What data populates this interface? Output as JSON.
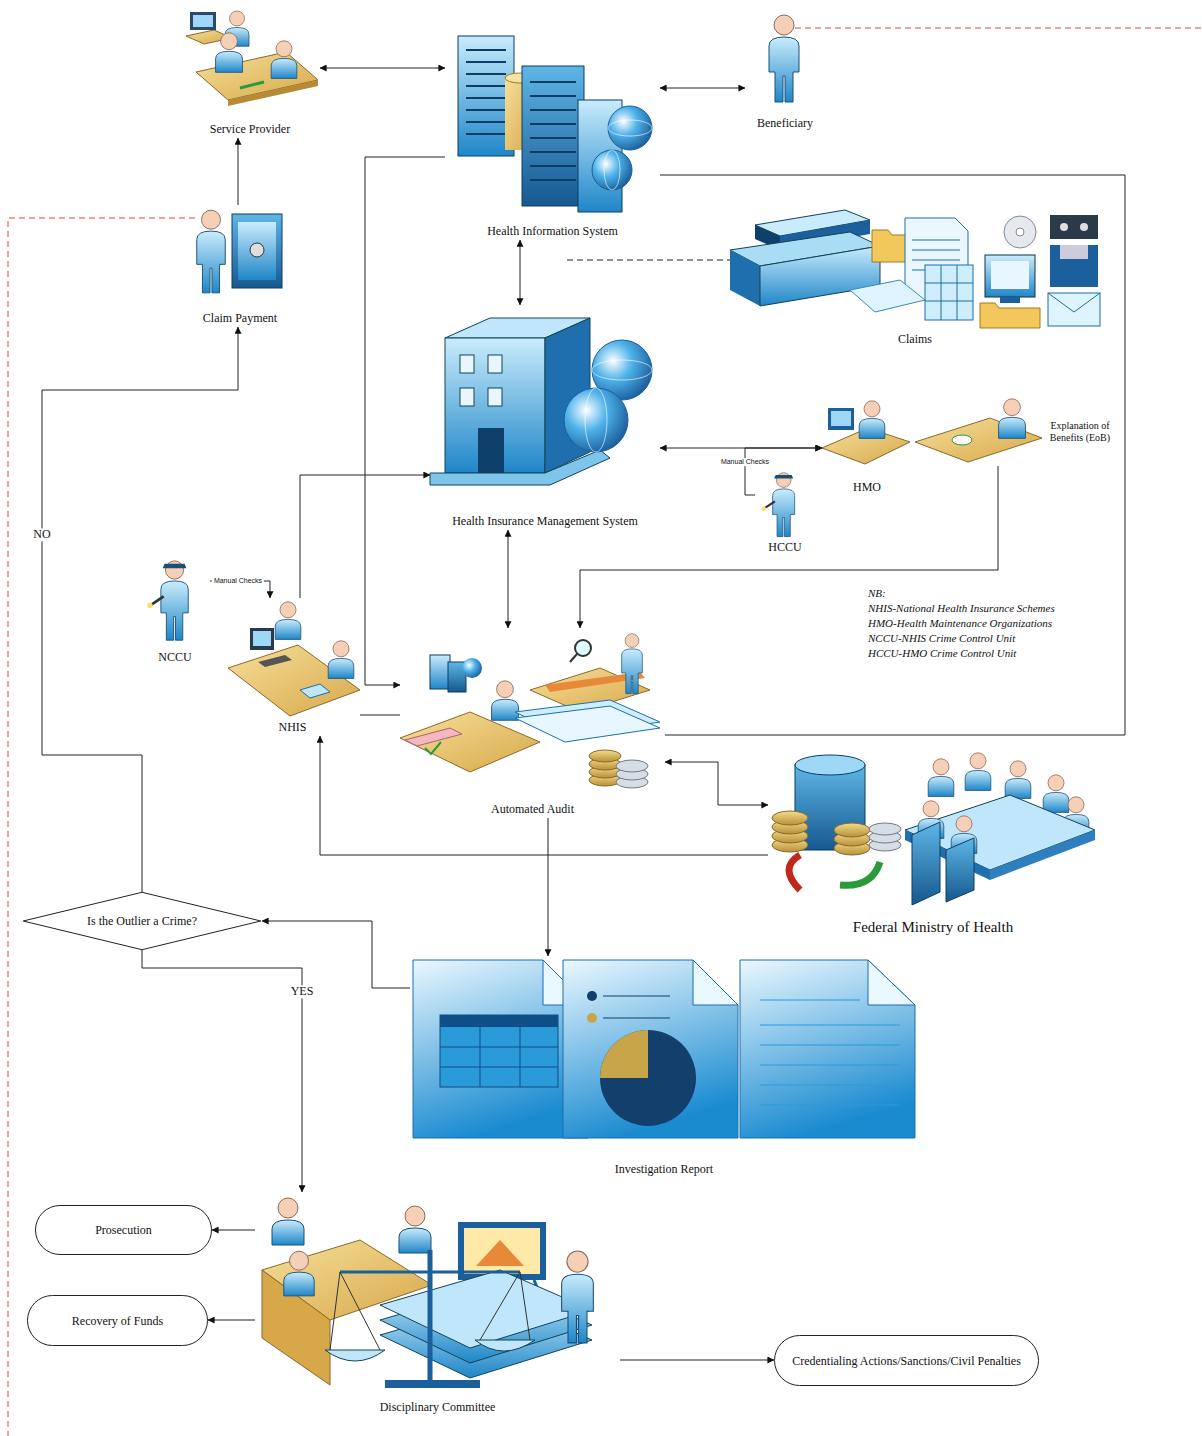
{
  "diagram": {
    "nodes": [
      {
        "text": [
          "Service Provider"
        ]
      },
      {
        "text": [
          "Health Information System"
        ]
      },
      {
        "text": [
          "Beneficiary"
        ]
      },
      {
        "text": [
          "Claims"
        ]
      },
      {
        "text": [
          "Claim Payment"
        ]
      },
      {
        "text": [
          "Health Insurance Management System"
        ]
      },
      {
        "text": [
          "HMO"
        ]
      },
      {
        "text": [
          "Explanation of Benefits (EoB)"
        ]
      },
      {
        "text": [
          "HCCU"
        ]
      },
      {
        "text": [
          "NCCU"
        ]
      },
      {
        "text": [
          "NHIS"
        ]
      },
      {
        "text": [
          "Automated Audit"
        ]
      },
      {
        "text": [
          "Federal Ministry of Health"
        ]
      },
      {
        "text": [
          "Investigation Report"
        ]
      },
      {
        "text": [
          "Is the Outlier a Crime?"
        ]
      },
      {
        "text": [
          "Disciplinary Committee"
        ]
      },
      {
        "text": [
          "Prosecution"
        ]
      },
      {
        "text": [
          "Recovery of Funds"
        ]
      },
      {
        "text": [
          "Credentialing Actions/Sanctions/Civil Penalties"
        ]
      }
    ],
    "edges": [
      {
        "from": 0,
        "to": 1,
        "arrow": "both"
      },
      {
        "from": 1,
        "to": 2,
        "arrow": "both"
      },
      {
        "from": 1,
        "to": 5,
        "arrow": "both"
      },
      {
        "from": 5,
        "to": 6,
        "arrow": "both"
      },
      {
        "from": 8,
        "to": 6,
        "arrow": "to",
        "label": "Manual Checks"
      },
      {
        "from": 9,
        "to": 10,
        "arrow": "to",
        "label": "Manual Checks"
      },
      {
        "from": 10,
        "to": 5,
        "arrow": "to"
      },
      {
        "from": 1,
        "to": 11,
        "arrow": "to"
      },
      {
        "from": 5,
        "to": 11,
        "arrow": "both"
      },
      {
        "from": 7,
        "to": 11,
        "arrow": "to"
      },
      {
        "from": 1,
        "to": 11,
        "arrow": "none"
      },
      {
        "from": 11,
        "to": 12,
        "arrow": "both"
      },
      {
        "from": 12,
        "to": 10,
        "arrow": "to"
      },
      {
        "from": 10,
        "to": 11,
        "arrow": "none"
      },
      {
        "from": 11,
        "to": 13,
        "arrow": "to"
      },
      {
        "from": 13,
        "to": 14,
        "arrow": "to"
      },
      {
        "from": 14,
        "to": 4,
        "arrow": "to",
        "label": "NO"
      },
      {
        "from": 4,
        "to": 0,
        "arrow": "to"
      },
      {
        "from": 14,
        "to": 15,
        "arrow": "to",
        "label": "YES"
      },
      {
        "from": 15,
        "to": 16,
        "arrow": "to"
      },
      {
        "from": 15,
        "to": 17,
        "arrow": "to"
      },
      {
        "from": 15,
        "to": 18,
        "arrow": "to"
      }
    ],
    "labels": [
      "NB:",
      "NHIS-National Health Insurance Schemes",
      "HMO-Health Maintenance Organizations",
      "NCCU-NHIS Crime Control Unit",
      "HCCU-HMO Crime Control Unit"
    ]
  }
}
